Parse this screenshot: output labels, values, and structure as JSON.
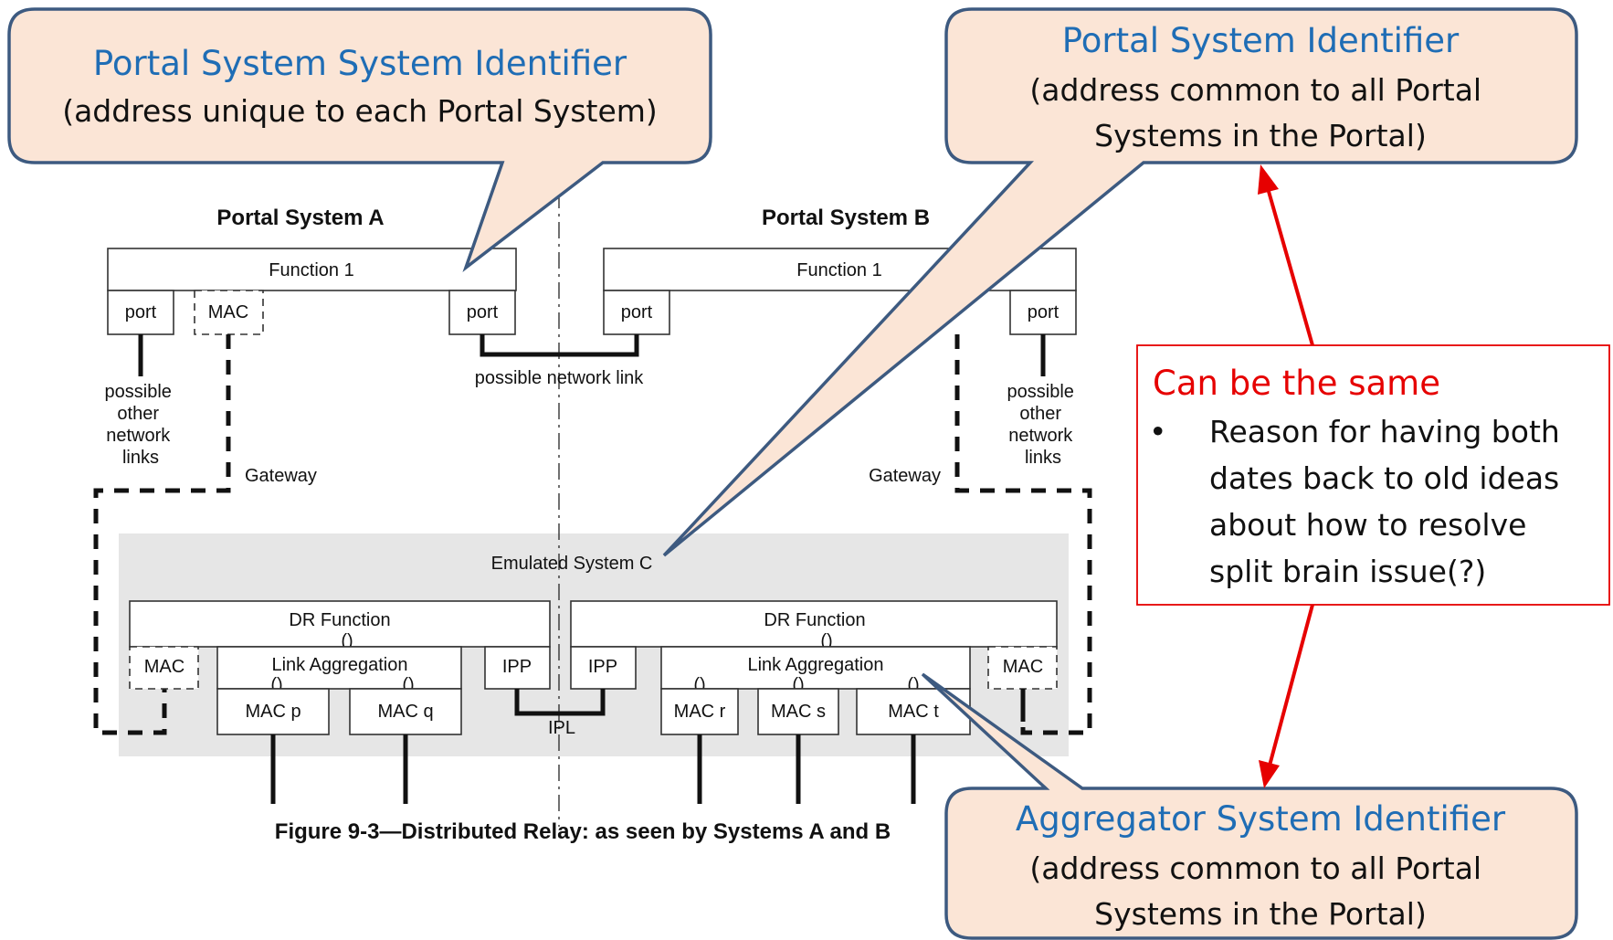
{
  "diagram": {
    "portal_a_title": "Portal System A",
    "portal_b_title": "Portal System B",
    "function_label": "Function 1",
    "port_label": "port",
    "mac_label": "MAC",
    "possible_other_lines": [
      "possible",
      "other",
      "network",
      "links"
    ],
    "possible_network_link": "possible network link",
    "gateway_label": "Gateway",
    "emulated_system": "Emulated System C",
    "dr_function": "DR Function",
    "link_aggregation": "Link Aggregation",
    "ipp_label": "IPP",
    "ipl_label": "IPL",
    "conn_symbol": "()",
    "mac_p": "MAC p",
    "mac_q": "MAC q",
    "mac_r": "MAC r",
    "mac_s": "MAC s",
    "mac_t": "MAC t",
    "figure_caption": "Figure 9-3—Distributed Relay: as seen by Systems A and B"
  },
  "callouts": {
    "system_id": {
      "title": "Portal System System Identifier",
      "sub": "(address unique to each Portal System)"
    },
    "portal_id": {
      "title": "Portal System Identifier",
      "sub_lines": [
        "(address common to all Portal",
        "Systems in the Portal)"
      ]
    },
    "aggregator_id": {
      "title": "Aggregator System Identifier",
      "sub_lines": [
        "(address common to all Portal",
        "Systems in the Portal)"
      ]
    }
  },
  "note": {
    "title": "Can be the same",
    "bullet": "•",
    "lines": [
      "Reason for having both",
      "dates back to old ideas",
      "about how to resolve",
      "split brain issue(?)"
    ]
  },
  "colors": {
    "callout_fill": "#fbe5d6",
    "callout_border": "#3d5a80",
    "callout_title": "#1f6db5",
    "note_red": "#e60000",
    "emulated_bg": "#e6e6e6"
  }
}
